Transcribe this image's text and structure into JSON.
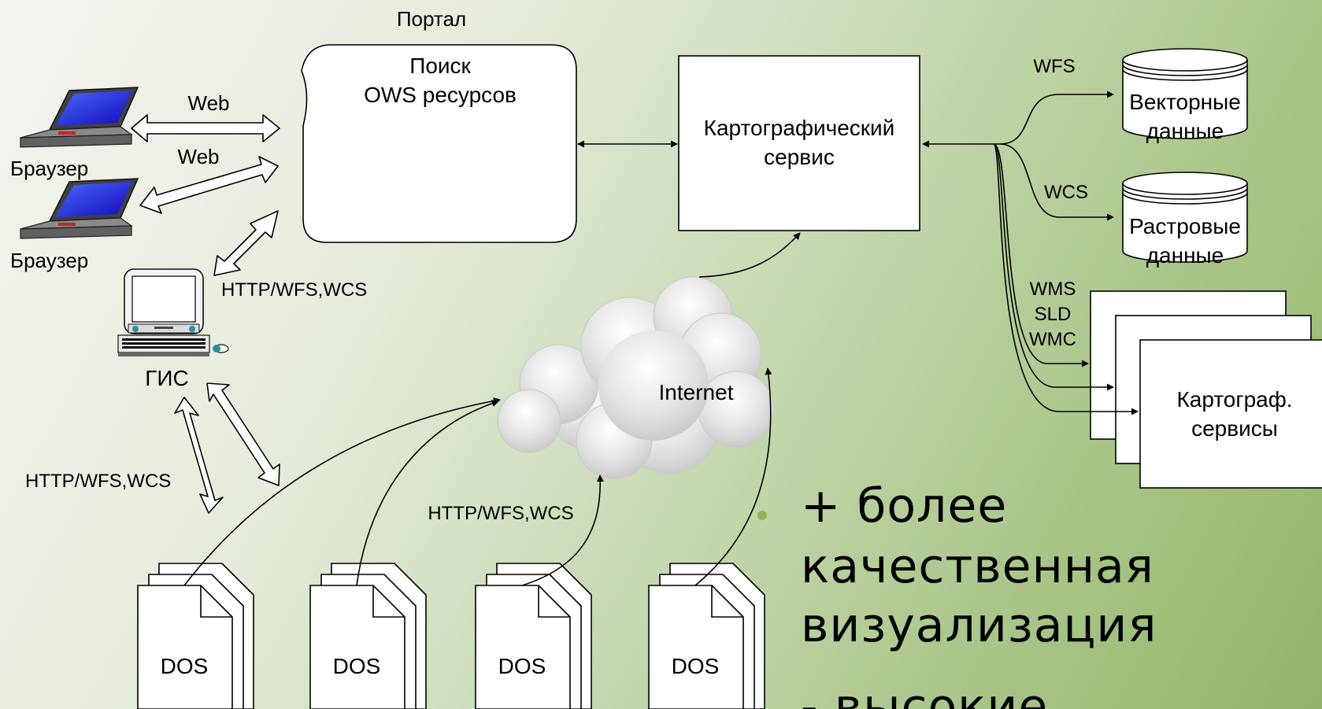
{
  "portal": {
    "title": "Портал",
    "search_line1": "Поиск",
    "search_line2": "OWS ресурсов"
  },
  "cartographic_service": {
    "line1": "Картографический",
    "line2": "сервис"
  },
  "clients": {
    "browser1": "Браузер",
    "browser2": "Браузер",
    "gis": "ГИС",
    "web1": "Web",
    "web2": "Web",
    "gis_protocol": "HTTP/WFS,WCS",
    "gis_dos_protocol": "HTTP/WFS,WCS"
  },
  "data_sources": {
    "wfs": "WFS",
    "wcs": "WCS",
    "vector_line1": "Векторные",
    "vector_line2": "данные",
    "raster_line1": "Растровые",
    "raster_line2": "данные",
    "wms": "WMS",
    "sld": "SLD",
    "wmc": "WMC",
    "services_line1": "Картограф.",
    "services_line2": "сервисы"
  },
  "network": {
    "internet": "Internet",
    "dos_protocol": "HTTP/WFS,WCS"
  },
  "dos_nodes": [
    "DOS",
    "DOS",
    "DOS",
    "DOS"
  ],
  "bullet": {
    "line1": "+ более",
    "line2": "качественная",
    "line3": "визуализация",
    "next_partial": "- высокие"
  },
  "colors": {
    "bullet_dot": "#8fb253",
    "laptop_screen": "#1d2bd6",
    "background_start": "#f3f4ef",
    "background_end": "#93b66a"
  }
}
